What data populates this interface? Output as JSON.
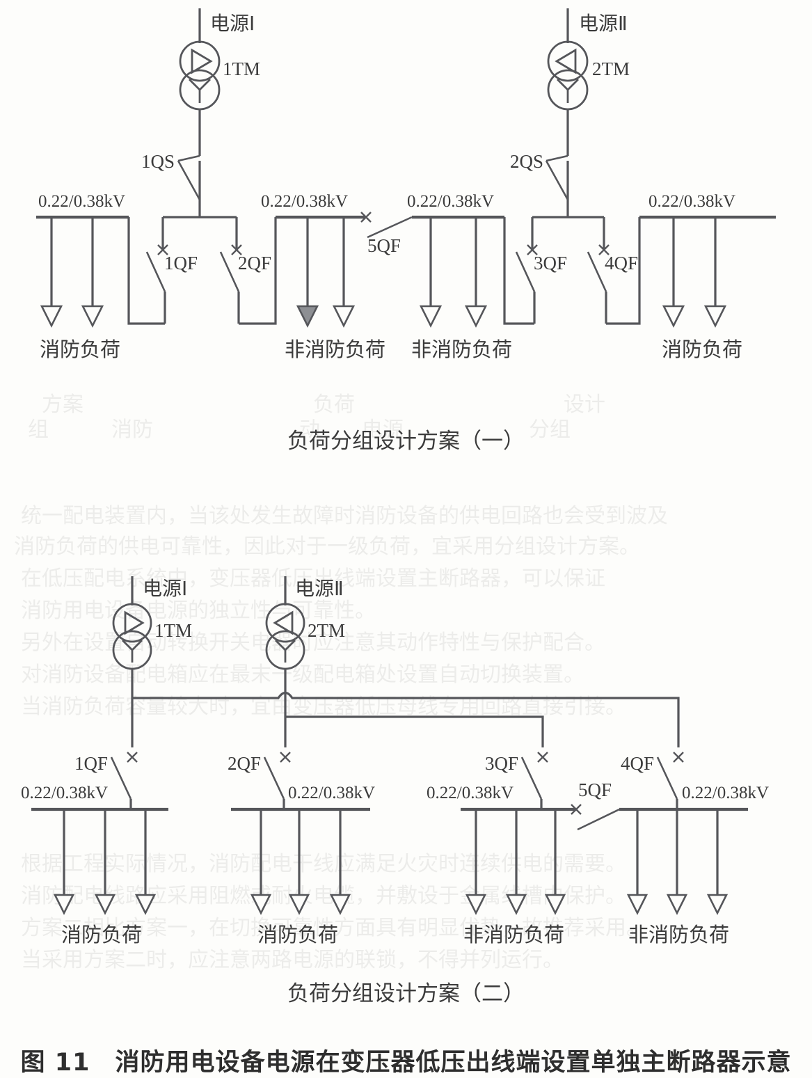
{
  "figure": {
    "number_label": "图 11",
    "caption": "图 11　消防用电设备电源在变压器低压出线端设置单独主断路器示意"
  },
  "common": {
    "voltage_label": "0.22/0.38kV",
    "fire_load": "消防负荷",
    "nonfire_load": "非消防负荷",
    "source_1": "电源Ⅰ",
    "source_2": "电源Ⅱ",
    "transformer_1": "1TM",
    "transformer_2": "2TM",
    "disconnector_1": "1QS",
    "disconnector_2": "2QS",
    "breaker_1": "1QF",
    "breaker_2": "2QF",
    "breaker_3": "3QF",
    "breaker_4": "4QF",
    "breaker_5": "5QF"
  },
  "scheme_one": {
    "caption": "负荷分组设计方案（一）",
    "sources": [
      {
        "name": "电源Ⅰ",
        "transformer": "1TM",
        "disconnector": "1QS",
        "triangle": "right"
      },
      {
        "name": "电源Ⅱ",
        "transformer": "2TM",
        "disconnector": "2QS",
        "triangle": "left"
      }
    ],
    "busbars": [
      {
        "id": "bus-1",
        "voltage": "0.22/0.38kV",
        "load": "消防负荷",
        "feeders": 2,
        "solid_arrows": []
      },
      {
        "id": "bus-2",
        "voltage": "0.22/0.38kV",
        "load": "非消防负荷",
        "feeders": 2,
        "solid_arrows": [
          0
        ]
      },
      {
        "id": "bus-3",
        "voltage": "0.22/0.38kV",
        "load": "非消防负荷",
        "feeders": 2,
        "solid_arrows": []
      },
      {
        "id": "bus-4",
        "voltage": "0.22/0.38kV",
        "load": "消防负荷",
        "feeders": 2,
        "solid_arrows": []
      }
    ],
    "breakers": [
      "1QF",
      "2QF",
      "3QF",
      "4QF"
    ],
    "tie_breaker": "5QF"
  },
  "scheme_two": {
    "caption": "负荷分组设计方案（二）",
    "sources": [
      {
        "name": "电源Ⅰ",
        "transformer": "1TM",
        "triangle": "right"
      },
      {
        "name": "电源Ⅱ",
        "transformer": "2TM",
        "triangle": "left"
      }
    ],
    "busbars": [
      {
        "id": "bus-1",
        "voltage": "0.22/0.38kV",
        "load": "消防负荷",
        "breaker": "1QF",
        "feeders": 3
      },
      {
        "id": "bus-2",
        "voltage": "0.22/0.38kV",
        "load": "消防负荷",
        "breaker": "2QF",
        "feeders": 3
      },
      {
        "id": "bus-3",
        "voltage": "0.22/0.38kV",
        "load": "非消防负荷",
        "breaker": "3QF",
        "feeders": 3
      },
      {
        "id": "bus-4",
        "voltage": "0.22/0.38kV",
        "load": "非消防负荷",
        "breaker": "4QF",
        "feeders": 3
      }
    ],
    "tie_breaker": "5QF"
  },
  "colors": {
    "line": "#55565a",
    "text": "#3b3b3b",
    "paper": "#fdfdfb",
    "solid_fill": "#8d8f93"
  }
}
